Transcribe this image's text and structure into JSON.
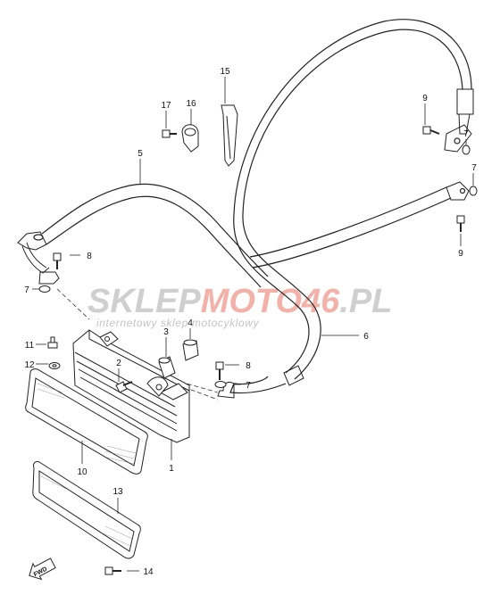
{
  "watermark": {
    "brand_prefix": "SKLEP",
    "brand_highlight": "MOTO46",
    "brand_suffix": ".PL",
    "tagline": "internetowy sklep motocyklowy",
    "color_gray": "#c9c9c9",
    "color_red": "#f3b7b0"
  },
  "fwd_label": "FWD",
  "callouts": [
    {
      "id": "1",
      "label": "1"
    },
    {
      "id": "2",
      "label": "2"
    },
    {
      "id": "3",
      "label": "3"
    },
    {
      "id": "4",
      "label": "4"
    },
    {
      "id": "5",
      "label": "5"
    },
    {
      "id": "6",
      "label": "6"
    },
    {
      "id": "7a",
      "label": "7"
    },
    {
      "id": "7b",
      "label": "7"
    },
    {
      "id": "7c",
      "label": "7"
    },
    {
      "id": "7d",
      "label": "7"
    },
    {
      "id": "8a",
      "label": "8"
    },
    {
      "id": "8b",
      "label": "8"
    },
    {
      "id": "9a",
      "label": "9"
    },
    {
      "id": "9b",
      "label": "9"
    },
    {
      "id": "10",
      "label": "10"
    },
    {
      "id": "11",
      "label": "11"
    },
    {
      "id": "12",
      "label": "12"
    },
    {
      "id": "13",
      "label": "13"
    },
    {
      "id": "14",
      "label": "14"
    },
    {
      "id": "15",
      "label": "15"
    },
    {
      "id": "16",
      "label": "16"
    },
    {
      "id": "17",
      "label": "17"
    }
  ]
}
